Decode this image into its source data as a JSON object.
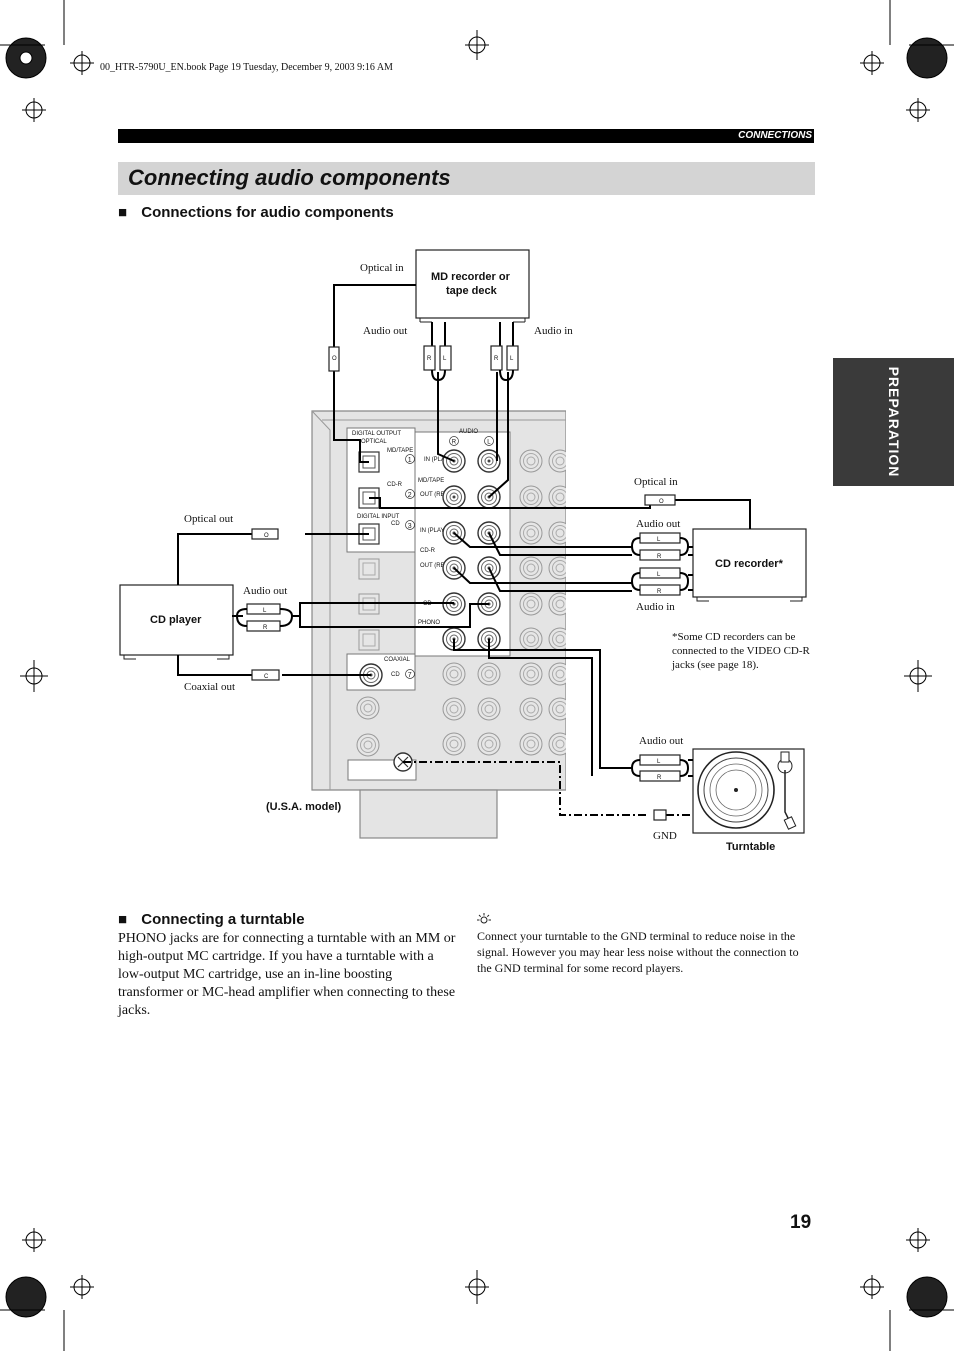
{
  "header": {
    "file_info": "00_HTR-5790U_EN.book  Page 19  Tuesday, December 9, 2003  9:16 AM"
  },
  "section_label": "CONNECTIONS",
  "page_title": "Connecting audio components",
  "side_tab": "PREPARATION",
  "section1": {
    "bullet": "■",
    "heading": "Connections for audio components"
  },
  "diagram": {
    "optical_in_md": "Optical in",
    "md_box": "MD recorder or tape deck",
    "md_audio_out": "Audio out",
    "md_audio_in": "Audio in",
    "cd_optical_out": "Optical out",
    "cd_audio_out": "Audio out",
    "cd_player": "CD player",
    "cd_coaxial_out": "Coaxial out",
    "cdr_optical_in": "Optical in",
    "cdr_audio_out": "Audio out",
    "cd_recorder": "CD recorder*",
    "cdr_audio_in": "Audio in",
    "footnote": "*Some CD recorders can be connected to the VIDEO CD-R jacks (see page 18).",
    "tt_audio_out": "Audio out",
    "gnd": "GND",
    "turntable": "Turntable",
    "model": "(U.S.A. model)",
    "panel": {
      "digital_output": "DIGITAL  OUTPUT",
      "optical": "OPTICAL",
      "md_tape": "MD/TAPE",
      "cd_r": "CD-R",
      "digital_input": "DIGITAL  INPUT",
      "cd": "CD",
      "coaxial": "COAXIAL",
      "audio": "AUDIO",
      "r": "R",
      "l": "L",
      "in_play": "IN (PLAY)",
      "out_rec": "OUT (REC)",
      "phono": "PHONO",
      "n1": "1",
      "n2": "2",
      "n3": "3",
      "n7": "7"
    },
    "plug": {
      "R": "R",
      "L": "L",
      "O": "O",
      "C": "C"
    }
  },
  "section2": {
    "bullet": "■",
    "heading": "Connecting a turntable",
    "body": "PHONO jacks are for connecting a turntable with an MM or high-output MC cartridge. If you have a turntable with a low-output MC cartridge, use an in-line boosting transformer or MC-head amplifier when connecting to these jacks."
  },
  "tip": {
    "icon": "tip-lightbulb-icon",
    "text": "Connect your turntable to the GND terminal to reduce noise in the signal. However you may hear less noise without the connection to the GND terminal for some record players."
  },
  "page_number": "19"
}
